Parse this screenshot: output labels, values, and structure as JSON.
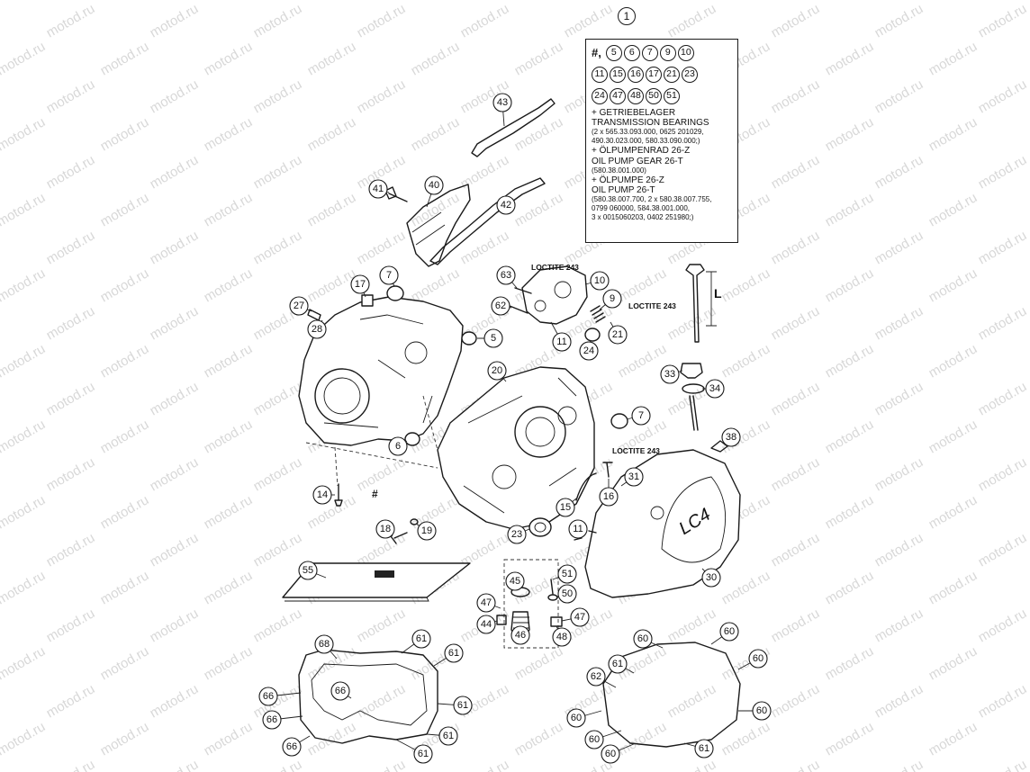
{
  "watermark": "motod.ru",
  "kit": {
    "number": "1",
    "hash_symbol": "#,",
    "row1": [
      "5",
      "6",
      "7",
      "9",
      "10"
    ],
    "row2": [
      "11",
      "15",
      "16",
      "17",
      "21",
      "23"
    ],
    "row3": [
      "24",
      "47",
      "48",
      "50",
      "51"
    ],
    "lines": [
      {
        "text": "+ GETRIEBELAGER",
        "size": "normal"
      },
      {
        "text": "TRANSMISSION BEARINGS",
        "size": "normal"
      },
      {
        "text": "(2 x 565.33.093.000, 0625 201029,",
        "size": "small"
      },
      {
        "text": "490.30.023.000, 580.33.090.000;)",
        "size": "small"
      },
      {
        "text": "+ ÖLPUMPENRAD 26-Z",
        "size": "normal"
      },
      {
        "text": "OIL PUMP GEAR 26-T",
        "size": "normal"
      },
      {
        "text": "(580.38.001.000)",
        "size": "small"
      },
      {
        "text": "+ ÖLPUMPE 26-Z",
        "size": "normal"
      },
      {
        "text": "OIL PUMP 26-T",
        "size": "normal"
      },
      {
        "text": "(580.38.007.700, 2 x 580.38.007.755,",
        "size": "small"
      },
      {
        "text": "0799 060000, 584.38.001.000,",
        "size": "small"
      },
      {
        "text": "3 x 0015060203, 0402 251980;)",
        "size": "small"
      }
    ]
  },
  "loctite_label": "LOCTITE 243",
  "hash_mark": "#",
  "dimension_label": "L",
  "cover_logo": "LC4",
  "callouts": [
    {
      "id": "43",
      "label": "43"
    },
    {
      "id": "41",
      "label": "41"
    },
    {
      "id": "40",
      "label": "40"
    },
    {
      "id": "42",
      "label": "42"
    },
    {
      "id": "17",
      "label": "17"
    },
    {
      "id": "7a",
      "label": "7"
    },
    {
      "id": "27",
      "label": "27"
    },
    {
      "id": "28",
      "label": "28"
    },
    {
      "id": "5",
      "label": "5"
    },
    {
      "id": "63",
      "label": "63"
    },
    {
      "id": "10",
      "label": "10"
    },
    {
      "id": "62a",
      "label": "62"
    },
    {
      "id": "9",
      "label": "9"
    },
    {
      "id": "11a",
      "label": "11"
    },
    {
      "id": "24",
      "label": "24"
    },
    {
      "id": "21",
      "label": "21"
    },
    {
      "id": "20",
      "label": "20"
    },
    {
      "id": "7b",
      "label": "7"
    },
    {
      "id": "6",
      "label": "6"
    },
    {
      "id": "33",
      "label": "33"
    },
    {
      "id": "34",
      "label": "34"
    },
    {
      "id": "38",
      "label": "38"
    },
    {
      "id": "31",
      "label": "31"
    },
    {
      "id": "16",
      "label": "16"
    },
    {
      "id": "15",
      "label": "15"
    },
    {
      "id": "14",
      "label": "14"
    },
    {
      "id": "18",
      "label": "18"
    },
    {
      "id": "19",
      "label": "19"
    },
    {
      "id": "23",
      "label": "23"
    },
    {
      "id": "11b",
      "label": "11"
    },
    {
      "id": "30",
      "label": "30"
    },
    {
      "id": "55",
      "label": "55"
    },
    {
      "id": "45",
      "label": "45"
    },
    {
      "id": "51",
      "label": "51"
    },
    {
      "id": "50",
      "label": "50"
    },
    {
      "id": "47a",
      "label": "47"
    },
    {
      "id": "47b",
      "label": "47"
    },
    {
      "id": "44",
      "label": "44"
    },
    {
      "id": "46",
      "label": "46"
    },
    {
      "id": "48",
      "label": "48"
    },
    {
      "id": "68",
      "label": "68"
    },
    {
      "id": "61a",
      "label": "61"
    },
    {
      "id": "61b",
      "label": "61"
    },
    {
      "id": "61c",
      "label": "61"
    },
    {
      "id": "61d",
      "label": "61"
    },
    {
      "id": "61e",
      "label": "61"
    },
    {
      "id": "66a",
      "label": "66"
    },
    {
      "id": "66b",
      "label": "66"
    },
    {
      "id": "66c",
      "label": "66"
    },
    {
      "id": "66d",
      "label": "66"
    },
    {
      "id": "60a",
      "label": "60"
    },
    {
      "id": "60b",
      "label": "60"
    },
    {
      "id": "60c",
      "label": "60"
    },
    {
      "id": "60d",
      "label": "60"
    },
    {
      "id": "60e",
      "label": "60"
    },
    {
      "id": "60f",
      "label": "60"
    },
    {
      "id": "60g",
      "label": "60"
    },
    {
      "id": "61f",
      "label": "61"
    },
    {
      "id": "61g",
      "label": "61"
    },
    {
      "id": "62b",
      "label": "62"
    }
  ]
}
